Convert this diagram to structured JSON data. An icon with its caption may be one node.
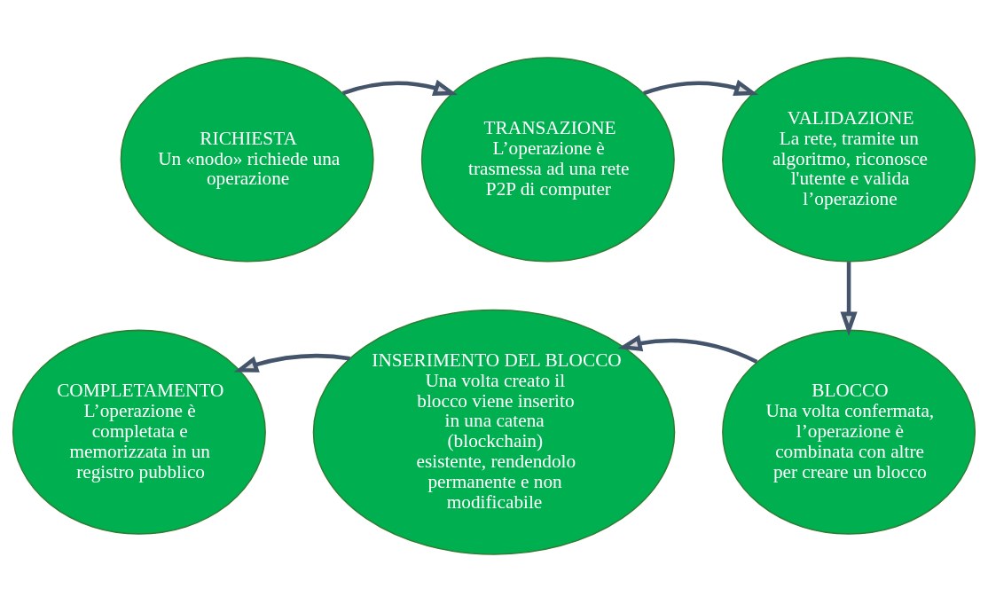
{
  "diagram": {
    "nodes": [
      {
        "text": [
          "RICHIESTA",
          "Un «nodo» richiede una operazione"
        ]
      },
      {
        "text": [
          "TRANSAZIONE",
          "L’operazione è trasmessa ad una rete P2P di computer"
        ]
      },
      {
        "text": [
          "VALIDAZIONE",
          "La rete, tramite un algoritmo, riconosce l'utente e valida l’operazione"
        ]
      },
      {
        "text": [
          "BLOCCO",
          "Una volta confermata, l’operazione è combinata con altre per creare un blocco"
        ]
      },
      {
        "text": [
          "INSERIMENTO DEL BLOCCO",
          "Una volta creato il blocco viene inserito in una catena (blockchain) esistente, rendendolo permanente e non modificabile"
        ]
      },
      {
        "text": [
          "COMPLETAMENTO",
          "L’operazione è completata e memorizzata in un registro pubblico"
        ]
      }
    ],
    "edges": [
      {
        "from": 0,
        "to": 1,
        "arrow": "to"
      },
      {
        "from": 1,
        "to": 2,
        "arrow": "to"
      },
      {
        "from": 2,
        "to": 3,
        "arrow": "to"
      },
      {
        "from": 3,
        "to": 4,
        "arrow": "to"
      },
      {
        "from": 4,
        "to": 5,
        "arrow": "to"
      }
    ]
  }
}
